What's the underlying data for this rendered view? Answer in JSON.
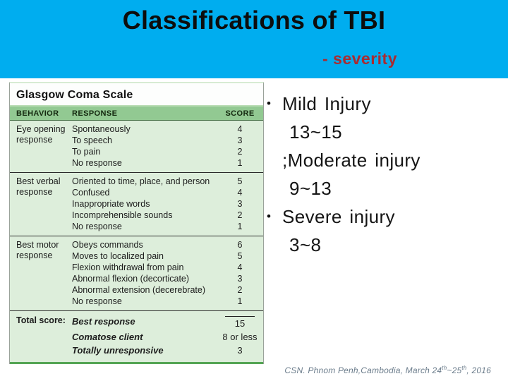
{
  "slide": {
    "title": "Classifications of TBI",
    "subtitle": "- severity",
    "footer": {
      "part1": "CSN. Phnom Penh,Cambodia, March 24",
      "sup1": "th",
      "part2": "~25",
      "sup2": "th",
      "part3": ", 2016"
    }
  },
  "colors": {
    "header_blue": "#00ADEF",
    "subtitle_red": "#A92B31",
    "table_header_green": "#92C992",
    "table_body_green": "#DDEEDB",
    "table_border_green": "#55A555",
    "footer_gray": "#6C7D8C"
  },
  "table": {
    "title": "Glasgow Coma Scale",
    "headers": [
      "BEHAVIOR",
      "RESPONSE",
      "SCORE"
    ],
    "sections": [
      {
        "behavior": "Eye opening response",
        "total": false,
        "rows": [
          {
            "response": "Spontaneously",
            "score": "4"
          },
          {
            "response": "To speech",
            "score": "3"
          },
          {
            "response": "To pain",
            "score": "2"
          },
          {
            "response": "No response",
            "score": "1"
          }
        ]
      },
      {
        "behavior": "Best verbal response",
        "total": false,
        "rows": [
          {
            "response": "Oriented to time, place, and person",
            "score": "5"
          },
          {
            "response": "Confused",
            "score": "4"
          },
          {
            "response": "Inappropriate words",
            "score": "3"
          },
          {
            "response": "Incomprehensible sounds",
            "score": "2"
          },
          {
            "response": "No response",
            "score": "1"
          }
        ]
      },
      {
        "behavior": "Best motor response",
        "total": false,
        "rows": [
          {
            "response": "Obeys commands",
            "score": "6"
          },
          {
            "response": "Moves to localized pain",
            "score": "5"
          },
          {
            "response": "Flexion withdrawal from pain",
            "score": "4"
          },
          {
            "response": "Abnormal flexion (decorticate)",
            "score": "3"
          },
          {
            "response": "Abnormal extension (decerebrate)",
            "score": "2"
          },
          {
            "response": "No response",
            "score": "1"
          }
        ]
      },
      {
        "behavior": "Total score:",
        "total": true,
        "rows": [
          {
            "response": "Best response",
            "score": "15",
            "overline": true
          },
          {
            "response": "Comatose client",
            "score": "8 or less"
          },
          {
            "response": "Totally unresponsive",
            "score": "3"
          }
        ]
      }
    ]
  },
  "bullets": [
    {
      "marker": "•",
      "text": "Mild Injury",
      "indent": false
    },
    {
      "marker": "",
      "text": "13~15",
      "indent": true
    },
    {
      "marker": "",
      "text": ";Moderate injury",
      "indent": false
    },
    {
      "marker": "",
      "text": "9~13",
      "indent": true
    },
    {
      "marker": "•",
      "text": "Severe injury",
      "indent": false
    },
    {
      "marker": "",
      "text": "3~8",
      "indent": true
    }
  ]
}
